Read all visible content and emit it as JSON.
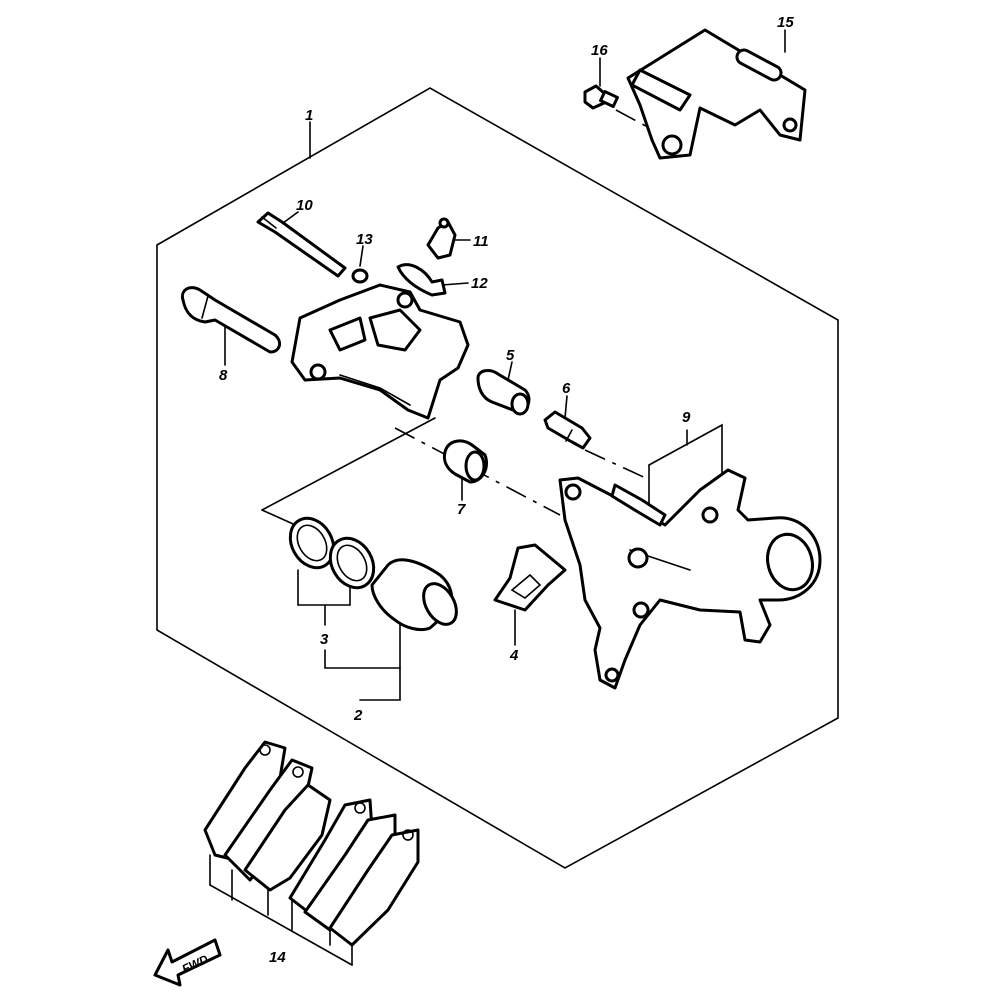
{
  "callouts": {
    "c1": "1",
    "c2": "2",
    "c3": "3",
    "c4": "4",
    "c5": "5",
    "c6": "6",
    "c7": "7",
    "c8": "8",
    "c9": "9",
    "c10": "10",
    "c11": "11",
    "c12": "12",
    "c13": "13",
    "c14": "14",
    "c15": "15",
    "c16": "16"
  },
  "direction_badge": "FWD",
  "colors": {
    "ink": "#000000",
    "paper": "#ffffff"
  }
}
